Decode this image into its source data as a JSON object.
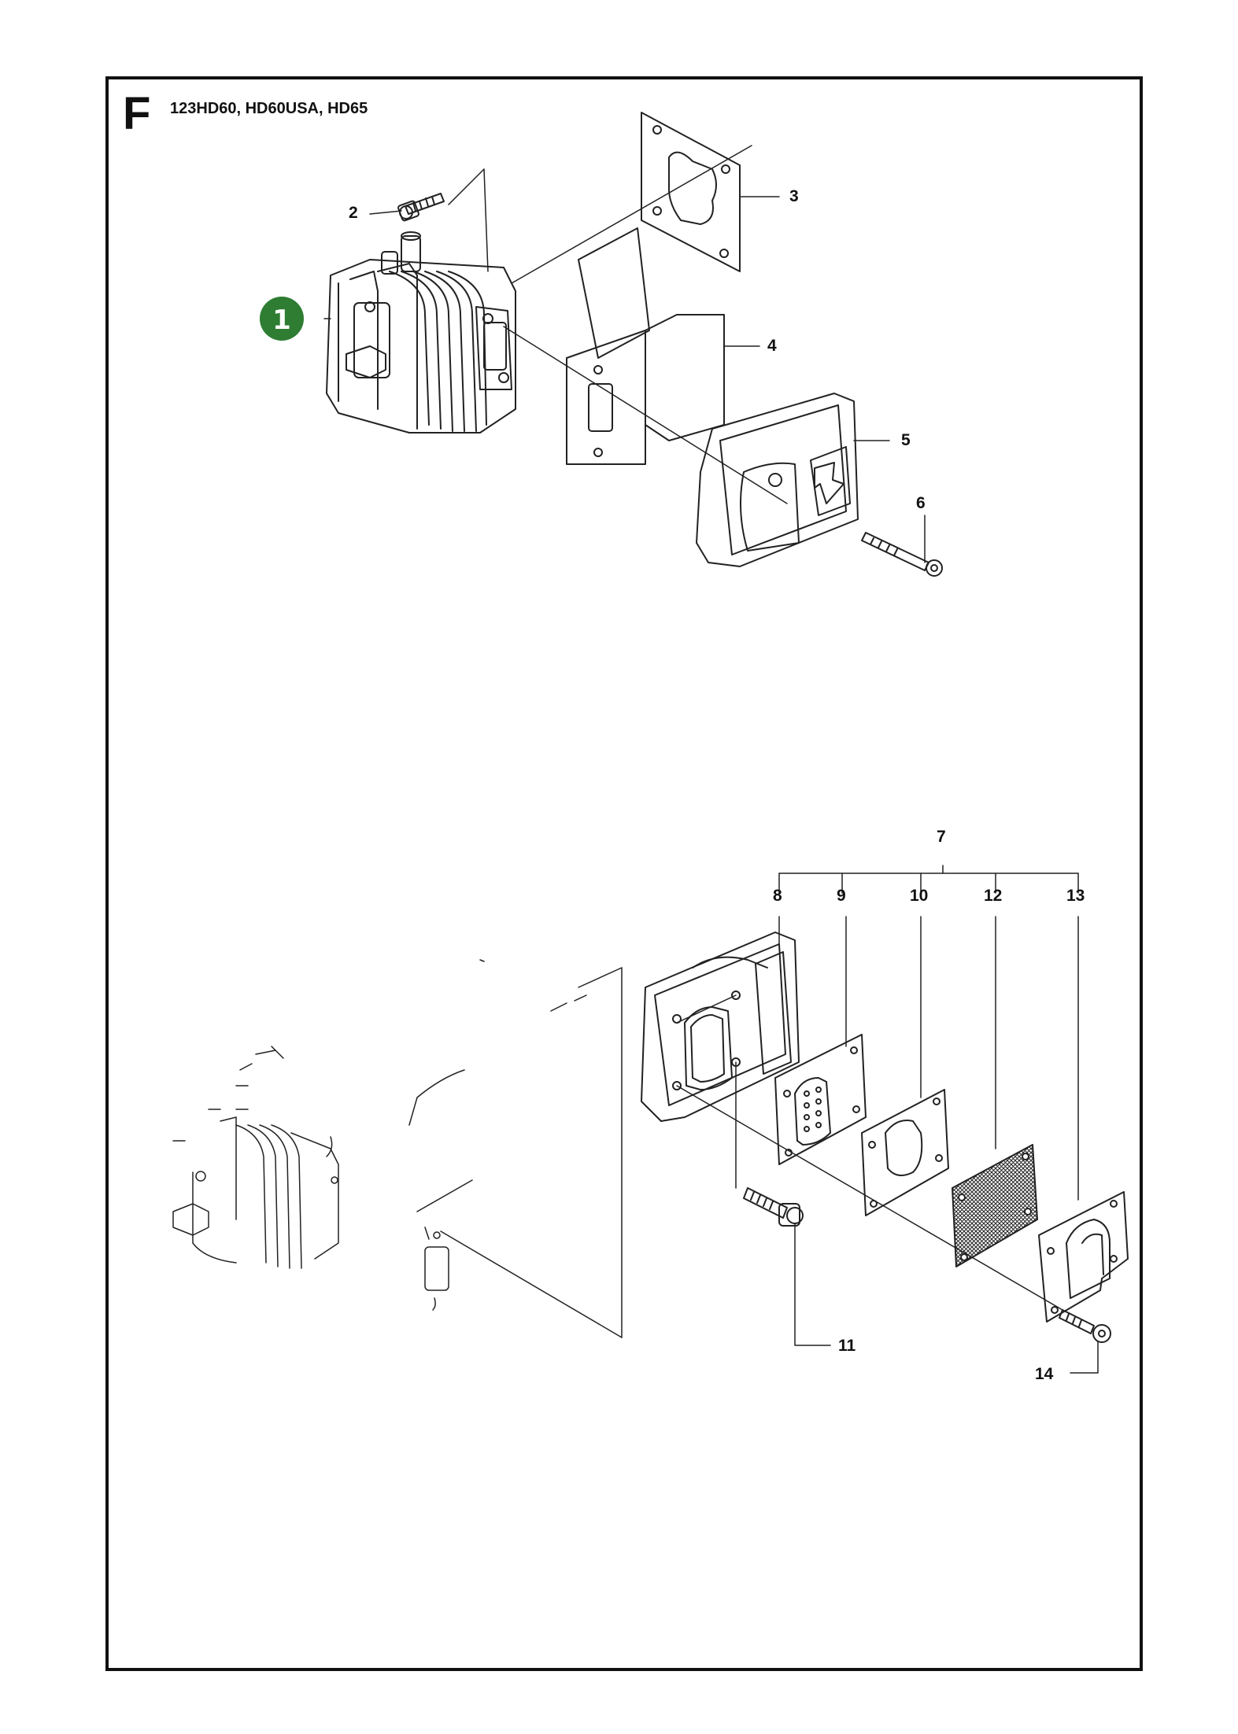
{
  "header": {
    "section": "F",
    "models": "123HD60, HD60USA, HD65"
  },
  "colors": {
    "badge": "#2e7d32",
    "line": "#222222"
  },
  "callouts": {
    "c1": "1",
    "c2": "2",
    "c3": "3",
    "c4": "4",
    "c5": "5",
    "c6": "6",
    "c7": "7",
    "c8": "8",
    "c9": "9",
    "c10": "10",
    "c11": "11",
    "c12": "12",
    "c13": "13",
    "c14": "14"
  }
}
